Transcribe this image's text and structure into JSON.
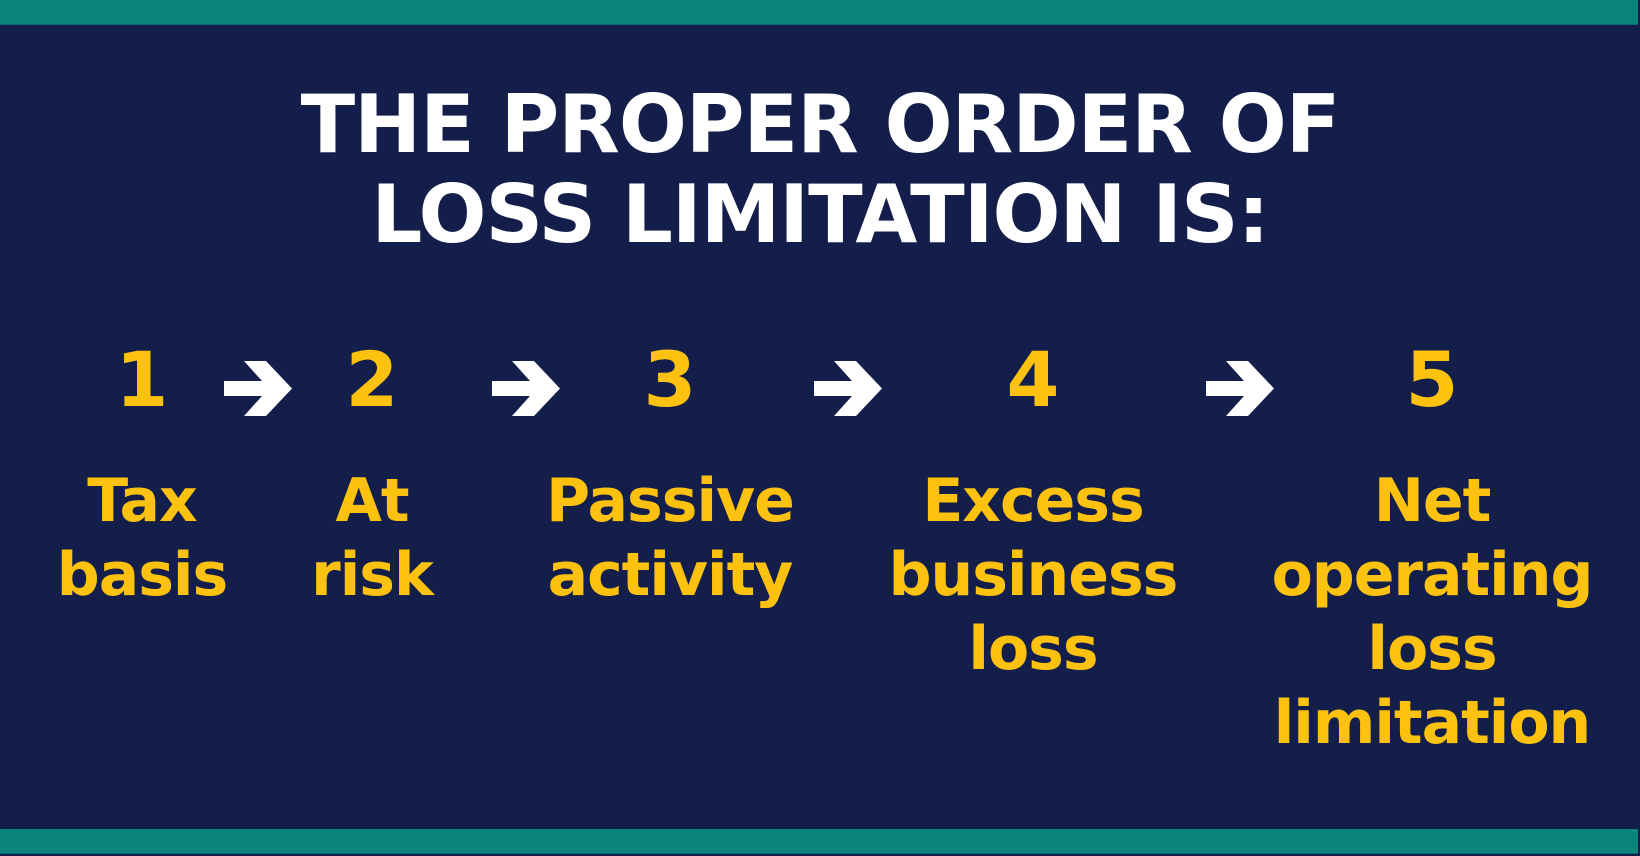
{
  "colors": {
    "background": "#131f4a",
    "band": "#0b857c",
    "title_text": "#ffffff",
    "step_text": "#fdc20f",
    "arrow": "#ffffff"
  },
  "title": {
    "line1": "THE PROPER ORDER OF",
    "line2": "LOSS LIMITATION IS:"
  },
  "steps": [
    {
      "number": "1",
      "label_lines": [
        "Tax",
        "basis"
      ]
    },
    {
      "number": "2",
      "label_lines": [
        "At",
        "risk"
      ]
    },
    {
      "number": "3",
      "label_lines": [
        "Passive",
        "activity"
      ]
    },
    {
      "number": "4",
      "label_lines": [
        "Excess",
        "business",
        "loss"
      ]
    },
    {
      "number": "5",
      "label_lines": [
        "Net",
        "operating",
        "loss",
        "limitation"
      ]
    }
  ],
  "arrows": [
    {
      "icon": "arrow-right-icon",
      "from": "1",
      "to": "2"
    },
    {
      "icon": "arrow-right-icon",
      "from": "2",
      "to": "3"
    },
    {
      "icon": "arrow-right-icon",
      "from": "3",
      "to": "4"
    },
    {
      "icon": "arrow-right-icon",
      "from": "4",
      "to": "5"
    }
  ]
}
